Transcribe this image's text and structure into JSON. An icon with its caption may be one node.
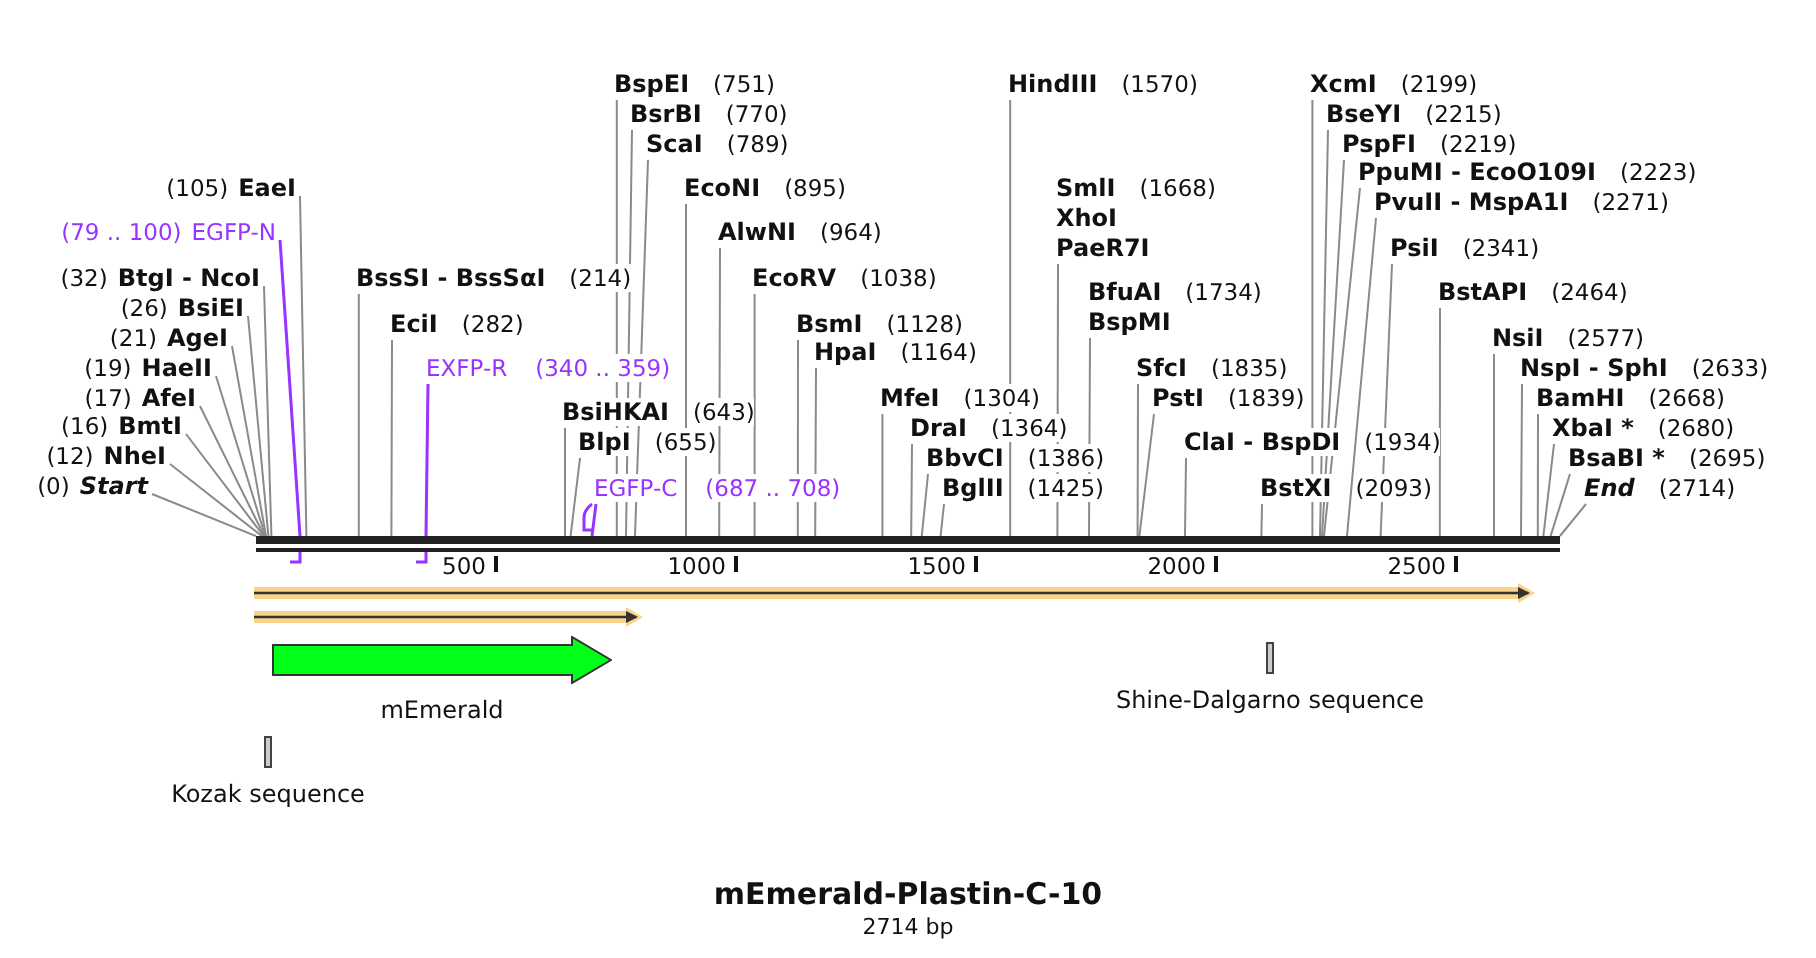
{
  "diagram": {
    "title": "mEmerald-Plastin-C-10",
    "caption": "2714 bp",
    "nodes": [
      {
        "text": [],
        "shape": "bar"
      },
      {
        "text": [
          "(105)",
          "EaeI"
        ]
      },
      {
        "text": [
          "(79 .. 100)",
          "EGFP-N"
        ]
      },
      {
        "text": [
          "(32)",
          "BtgI - NcoI"
        ]
      },
      {
        "text": [
          "(26)",
          "BsiEI"
        ]
      },
      {
        "text": [
          "(21)",
          "AgeI"
        ]
      },
      {
        "text": [
          "(19)",
          "HaeII"
        ]
      },
      {
        "text": [
          "(17)",
          "AfeI"
        ]
      },
      {
        "text": [
          "(16)",
          "BmtI"
        ]
      },
      {
        "text": [
          "(12)",
          "NheI"
        ]
      },
      {
        "text": [
          "(0)",
          "Start"
        ]
      },
      {
        "text": [
          "BssSI - BssSαI",
          "(214)"
        ]
      },
      {
        "text": [
          "EciI",
          "(282)"
        ]
      },
      {
        "text": [
          "EXFP-R",
          "(340 .. 359)"
        ]
      },
      {
        "text": [
          "BspEI",
          "(751)"
        ]
      },
      {
        "text": [
          "BsrBI",
          "(770)"
        ]
      },
      {
        "text": [
          "ScaI",
          "(789)"
        ]
      },
      {
        "text": [
          "EcoNI",
          "(895)"
        ]
      },
      {
        "text": [
          "AlwNI",
          "(964)"
        ]
      },
      {
        "text": [
          "EcoRV",
          "(1038)"
        ]
      },
      {
        "text": [
          "BsmI",
          "(1128)"
        ]
      },
      {
        "text": [
          "HpaI",
          "(1164)"
        ]
      },
      {
        "text": [
          "BsiHKAI",
          "(643)"
        ]
      },
      {
        "text": [
          "BlpI",
          "(655)"
        ]
      },
      {
        "text": [
          "EGFP-C",
          "(687 .. 708)"
        ]
      },
      {
        "text": [
          "MfeI",
          "(1304)"
        ]
      },
      {
        "text": [
          "DraI",
          "(1364)"
        ]
      },
      {
        "text": [
          "BbvCI",
          "(1386)"
        ]
      },
      {
        "text": [
          "BglII",
          "(1425)"
        ]
      },
      {
        "text": [
          "HindIII",
          "(1570)"
        ]
      },
      {
        "text": [
          "SmlI",
          "(1668)",
          "XhoI",
          "PaeR7I"
        ]
      },
      {
        "text": [
          "BfuAI",
          "(1734)",
          "BspMI"
        ]
      },
      {
        "text": [
          "SfcI",
          "(1835)"
        ]
      },
      {
        "text": [
          "PstI",
          "(1839)"
        ]
      },
      {
        "text": [
          "ClaI - BspDI",
          "(1934)"
        ]
      },
      {
        "text": [
          "BstXI",
          "(2093)"
        ]
      },
      {
        "text": [
          "XcmI",
          "(2199)"
        ]
      },
      {
        "text": [
          "BseYI",
          "(2215)"
        ]
      },
      {
        "text": [
          "PspFI",
          "(2219)"
        ]
      },
      {
        "text": [
          "PpuMI - EcoO109I",
          "(2223)"
        ]
      },
      {
        "text": [
          "PvuII - MspA1I",
          "(2271)"
        ]
      },
      {
        "text": [
          "PsiI",
          "(2341)"
        ]
      },
      {
        "text": [
          "BstAPI",
          "(2464)"
        ]
      },
      {
        "text": [
          "NsiI",
          "(2577)"
        ]
      },
      {
        "text": [
          "NspI - SphI",
          "(2633)"
        ]
      },
      {
        "text": [
          "BamHI",
          "(2668)"
        ]
      },
      {
        "text": [
          "XbaI *",
          "(2680)"
        ]
      },
      {
        "text": [
          "BsaBI *",
          "(2695)"
        ]
      },
      {
        "text": [
          "End",
          "(2714)"
        ]
      },
      {
        "text": [],
        "shape": "arrow"
      },
      {
        "text": [],
        "shape": "arrow"
      },
      {
        "text": [
          "mEmerald"
        ]
      },
      {
        "text": [
          "Shine-Dalgarno sequence"
        ]
      },
      {
        "text": [
          "Kozak sequence"
        ]
      }
    ],
    "edges": [
      {
        "from": 1,
        "to": 0,
        "arrow": "none"
      },
      {
        "from": 2,
        "to": 0,
        "arrow": "none",
        "color": "#9933ff"
      },
      {
        "from": 3,
        "to": 0,
        "arrow": "none"
      },
      {
        "from": 4,
        "to": 0,
        "arrow": "none"
      },
      {
        "from": 5,
        "to": 0,
        "arrow": "none"
      },
      {
        "from": 6,
        "to": 0,
        "arrow": "none"
      },
      {
        "from": 7,
        "to": 0,
        "arrow": "none"
      },
      {
        "from": 8,
        "to": 0,
        "arrow": "none"
      },
      {
        "from": 9,
        "to": 0,
        "arrow": "none"
      },
      {
        "from": 10,
        "to": 0,
        "arrow": "none"
      },
      {
        "from": 11,
        "to": 0,
        "arrow": "none"
      },
      {
        "from": 12,
        "to": 0,
        "arrow": "none"
      },
      {
        "from": 13,
        "to": 0,
        "arrow": "none",
        "color": "#9933ff"
      },
      {
        "from": 14,
        "to": 0,
        "arrow": "none"
      },
      {
        "from": 15,
        "to": 0,
        "arrow": "none"
      },
      {
        "from": 16,
        "to": 0,
        "arrow": "none"
      },
      {
        "from": 17,
        "to": 0,
        "arrow": "none"
      },
      {
        "from": 18,
        "to": 0,
        "arrow": "none"
      },
      {
        "from": 19,
        "to": 0,
        "arrow": "none"
      },
      {
        "from": 20,
        "to": 0,
        "arrow": "none"
      },
      {
        "from": 21,
        "to": 0,
        "arrow": "none"
      },
      {
        "from": 22,
        "to": 0,
        "arrow": "none"
      },
      {
        "from": 23,
        "to": 0,
        "arrow": "none"
      },
      {
        "from": 24,
        "to": 0,
        "arrow": "none",
        "color": "#9933ff"
      },
      {
        "from": 25,
        "to": 0,
        "arrow": "none"
      },
      {
        "from": 26,
        "to": 0,
        "arrow": "none"
      },
      {
        "from": 27,
        "to": 0,
        "arrow": "none"
      },
      {
        "from": 28,
        "to": 0,
        "arrow": "none"
      },
      {
        "from": 29,
        "to": 0,
        "arrow": "none"
      },
      {
        "from": 30,
        "to": 0,
        "arrow": "none"
      },
      {
        "from": 31,
        "to": 0,
        "arrow": "none"
      },
      {
        "from": 32,
        "to": 0,
        "arrow": "none"
      },
      {
        "from": 33,
        "to": 0,
        "arrow": "none"
      },
      {
        "from": 34,
        "to": 0,
        "arrow": "none"
      },
      {
        "from": 35,
        "to": 0,
        "arrow": "none"
      },
      {
        "from": 36,
        "to": 0,
        "arrow": "none"
      },
      {
        "from": 37,
        "to": 0,
        "arrow": "none"
      },
      {
        "from": 38,
        "to": 0,
        "arrow": "none"
      },
      {
        "from": 39,
        "to": 0,
        "arrow": "none"
      },
      {
        "from": 40,
        "to": 0,
        "arrow": "none"
      },
      {
        "from": 41,
        "to": 0,
        "arrow": "none"
      },
      {
        "from": 42,
        "to": 0,
        "arrow": "none"
      },
      {
        "from": 43,
        "to": 0,
        "arrow": "none"
      },
      {
        "from": 44,
        "to": 0,
        "arrow": "none"
      },
      {
        "from": 45,
        "to": 0,
        "arrow": "none"
      },
      {
        "from": 46,
        "to": 0,
        "arrow": "none"
      },
      {
        "from": 47,
        "to": 0,
        "arrow": "none"
      },
      {
        "from": 48,
        "to": 0,
        "arrow": "none"
      }
    ],
    "labels": [
      "500",
      "1000",
      "1500",
      "2000",
      "2500"
    ]
  }
}
